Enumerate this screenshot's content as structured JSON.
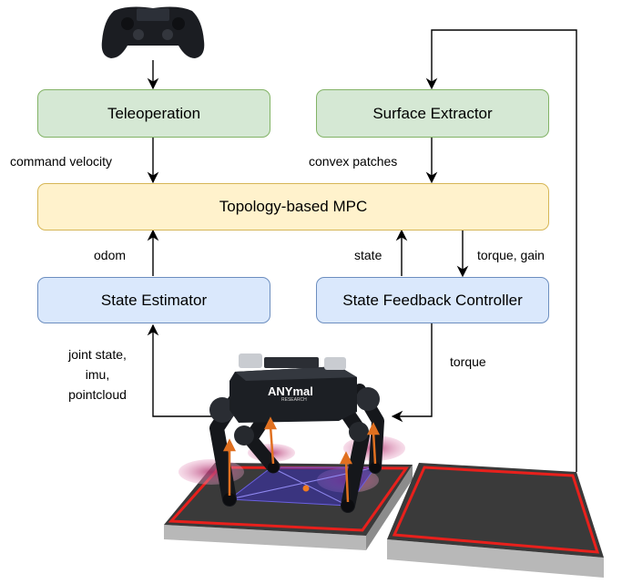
{
  "diagram": {
    "boxes": {
      "teleoperation": "Teleoperation",
      "surface_extractor": "Surface Extractor",
      "mpc": "Topology-based MPC",
      "state_estimator": "State Estimator",
      "feedback_controller": "State Feedback Controller"
    },
    "edge_labels": {
      "command_velocity": "command velocity",
      "convex_patches": "convex patches",
      "odom": "odom",
      "state": "state",
      "torque_gain": "torque, gain",
      "torque": "torque",
      "sensors_1": "joint state,",
      "sensors_2": "imu,",
      "sensors_3": "pointcloud"
    },
    "robot_logo": "ANYmal",
    "robot_logo_sub": "RESEARCH",
    "colors": {
      "green_fill": "#d5e8d4",
      "green_stroke": "#82b366",
      "yellow_fill": "#fff2cc",
      "yellow_stroke": "#d6b656",
      "blue_fill": "#dae8fc",
      "blue_stroke": "#6c8ebf",
      "patch_red": "#e8201c"
    }
  }
}
